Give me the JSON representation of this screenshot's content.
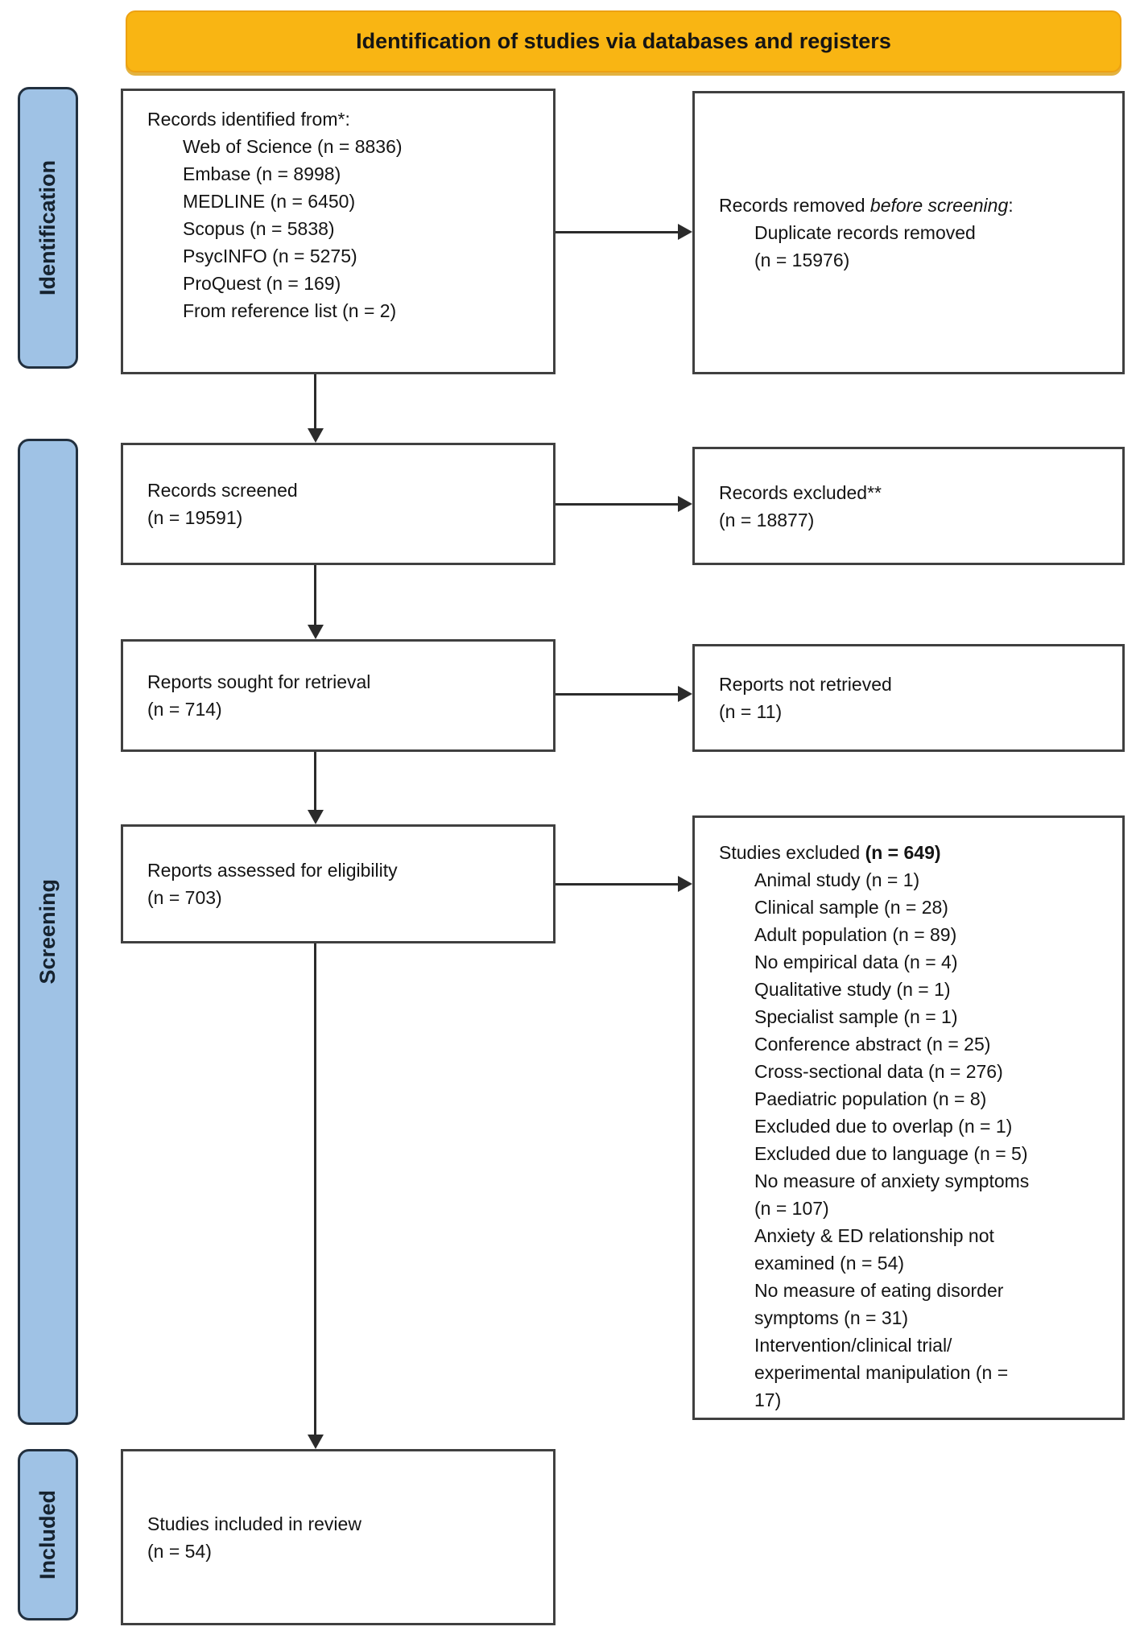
{
  "palette": {
    "banner_fill": "#F9B513",
    "banner_border": "#EDA112",
    "sidebar_fill": "#9FC2E5",
    "sidebar_border": "#22303F",
    "box_border": "#404040",
    "arrow": "#2B2B2B",
    "text": "#141414"
  },
  "banner": {
    "title": "Identification of studies via databases and registers"
  },
  "sidebar": {
    "identification": "Identification",
    "screening": "Screening",
    "included": "Included"
  },
  "boxes": {
    "records_identified": {
      "heading": "Records identified from*:",
      "sources": [
        "Web of Science (n = 8836)",
        "Embase (n = 8998)",
        "MEDLINE (n = 6450)",
        "Scopus (n = 5838)",
        "PsycINFO (n = 5275)",
        "ProQuest (n = 169)",
        "From reference list (n = 2)"
      ]
    },
    "records_removed": {
      "heading_prefix": "Records removed ",
      "heading_italic": "before screening",
      "heading_suffix": ":",
      "item": "Duplicate records removed\n(n = 15976)"
    },
    "records_screened": {
      "label": "Records screened",
      "count": "(n = 19591)"
    },
    "records_excluded": {
      "label": "Records excluded**",
      "count": "(n = 18877)"
    },
    "reports_sought": {
      "label": "Reports sought for retrieval",
      "count": "(n = 714)"
    },
    "reports_not_retrieved": {
      "label": "Reports not retrieved",
      "count": "(n = 11)"
    },
    "reports_assessed": {
      "label": "Reports assessed for eligibility",
      "count": "(n = 703)"
    },
    "studies_excluded": {
      "title_prefix": "Studies excluded ",
      "title_count": "(n = 649)",
      "reasons": [
        "Animal study (n = 1)",
        "Clinical sample (n = 28)",
        "Adult population (n = 89)",
        "No empirical data (n = 4)",
        "Qualitative study (n = 1)",
        "Specialist sample (n = 1)",
        "Conference abstract (n = 25)",
        "Cross-sectional data (n = 276)",
        "Paediatric population (n = 8)",
        "Excluded due to overlap (n = 1)",
        "Excluded due to language (n = 5)",
        "No measure of anxiety symptoms\n(n = 107)",
        "Anxiety & ED relationship not\nexamined (n = 54)",
        "No measure of eating disorder\nsymptoms (n = 31)",
        "Intervention/clinical trial/\nexperimental manipulation (n =\n17)"
      ]
    },
    "studies_included": {
      "label": "Studies included in review",
      "count": "(n = 54)"
    }
  }
}
